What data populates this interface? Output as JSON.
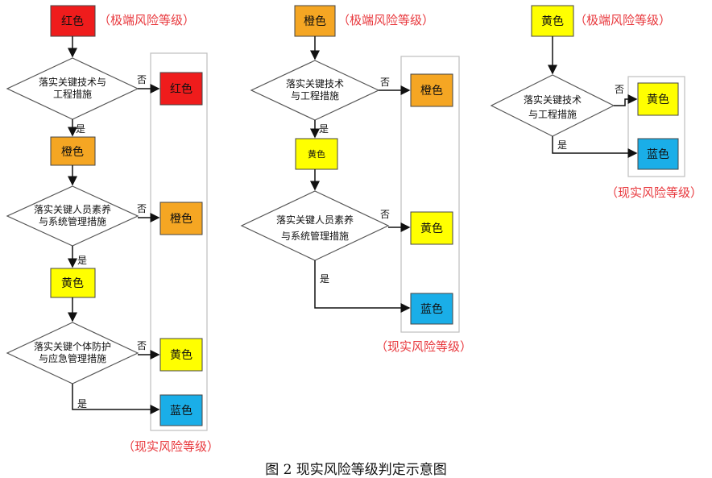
{
  "colors": {
    "red": "#ef1c1c",
    "orange": "#f5a623",
    "yellow": "#ffff00",
    "blue": "#1aaee8",
    "annotation": "#e8383d",
    "line": "#111111",
    "frame": "#bfbfbf"
  },
  "labels": {
    "red": "红色",
    "orange": "橙色",
    "yellow": "黄色",
    "blue": "蓝色",
    "extreme_risk": "（极端风险等级）",
    "real_risk": "（现实风险等级）",
    "yes": "是",
    "no": "否",
    "d_eng_1": "落实关键技术与",
    "d_eng_2": "工程措施",
    "d_eng_3col_1": "落实关键技术",
    "d_eng_3col_2": "与工程措施",
    "d_ppl_1": "落实关键人员素养",
    "d_ppl_2": "与系统管理措施",
    "d_ind_1": "落实关键个体防护",
    "d_ind_2": "与应急管理措施"
  },
  "caption": "图 2  现实风险等级判定示意图"
}
